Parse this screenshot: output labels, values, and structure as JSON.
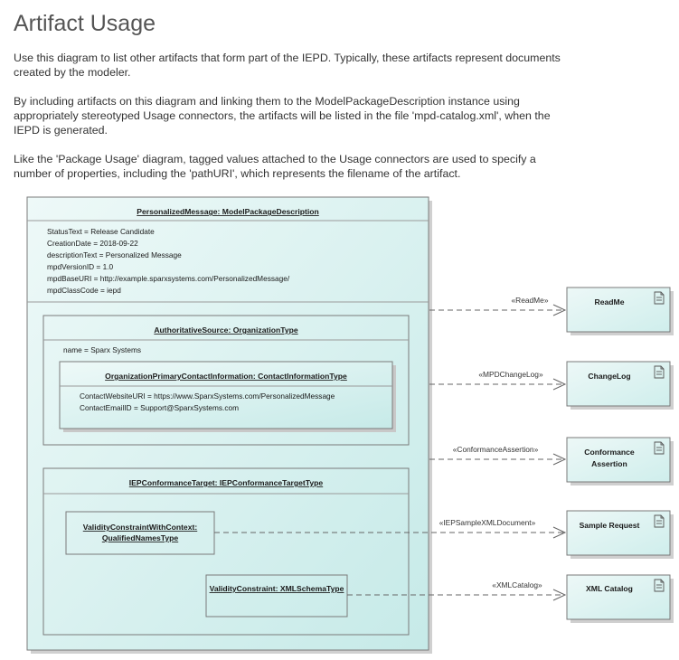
{
  "page": {
    "title": "Artifact Usage",
    "paragraphs": [
      "Use this diagram to list other artifacts that form part of the IEPD.  Typically, these artifacts represent documents created by the modeler.",
      "By including artifacts on this diagram and linking them to the ModelPackageDescription instance using appropriately stereotyped Usage connectors, the artifacts will be listed in the file 'mpd-catalog.xml', when the IEPD is generated.",
      "Like the 'Package Usage' diagram, tagged values attached to the Usage connectors are used to specify a number of properties, including the 'pathURI', which represents the filename of the artifact."
    ]
  },
  "diagram": {
    "mpd": {
      "title": "PersonalizedMessage: ModelPackageDescription",
      "attributes": [
        "StatusText = Release Candidate",
        "CreationDate = 2018-09-22",
        "descriptionText = Personalized Message",
        "mpdVersionID = 1.0",
        "mpdBaseURI = http://example.sparxsystems.com/PersonalizedMessage/",
        "mpdClassCode = iepd"
      ]
    },
    "authoritative_source": {
      "title": "AuthoritativeSource: OrganizationType",
      "attributes": [
        "name = Sparx Systems"
      ]
    },
    "primary_contact": {
      "title": "OrganizationPrimaryContactInformation: ContactInformationType",
      "attributes": [
        "ContactWebsiteURI = https://www.SparxSystems.com/PersonalizedMessage",
        "ContactEmailID = Support@SparxSystems.com"
      ]
    },
    "conformance_target": {
      "title": "IEPConformanceTarget: IEPConformanceTargetType"
    },
    "validity_with_context": {
      "title_lines": [
        "ValidityConstraintWithContext:",
        "QualifiedNamesType"
      ]
    },
    "validity_constraint": {
      "title": "ValidityConstraint: XMLSchemaType"
    },
    "connectors": [
      "«ReadMe»",
      "«MPDChangeLog»",
      "«ConformanceAssertion»",
      "«IEPSampleXMLDocument»",
      "«XMLCatalog»"
    ],
    "artifacts": [
      {
        "lines": [
          "ReadMe"
        ]
      },
      {
        "lines": [
          "ChangeLog"
        ]
      },
      {
        "lines": [
          "Conformance",
          "Assertion"
        ]
      },
      {
        "lines": [
          "Sample Request"
        ]
      },
      {
        "lines": [
          "XML Catalog"
        ]
      }
    ],
    "colors": {
      "element_fill_light": "#e6f7f6",
      "element_fill_dark": "#c2e8e6",
      "border": "#7a7a7a",
      "connector": "#666666"
    }
  }
}
